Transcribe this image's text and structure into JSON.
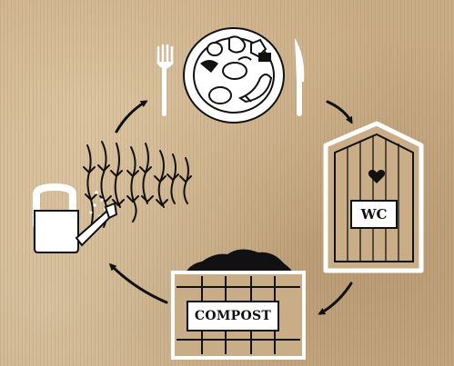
{
  "diagram": {
    "nodes": [
      {
        "id": "meal",
        "icon": "plate-with-cutlery-icon"
      },
      {
        "id": "toilet",
        "icon": "outhouse-icon",
        "label": "WC"
      },
      {
        "id": "compost",
        "icon": "compost-crate-icon",
        "label": "COMPOST"
      },
      {
        "id": "garden",
        "icon": "watering-can-and-plants-icon"
      }
    ],
    "edges": [
      {
        "from": "meal",
        "to": "toilet"
      },
      {
        "from": "toilet",
        "to": "compost"
      },
      {
        "from": "compost",
        "to": "garden"
      },
      {
        "from": "garden",
        "to": "meal"
      }
    ],
    "background": "cardboard-texture",
    "colors": {
      "ink": "#111111",
      "paper": "#ffffff",
      "cardboard": "#c9ad86"
    }
  }
}
